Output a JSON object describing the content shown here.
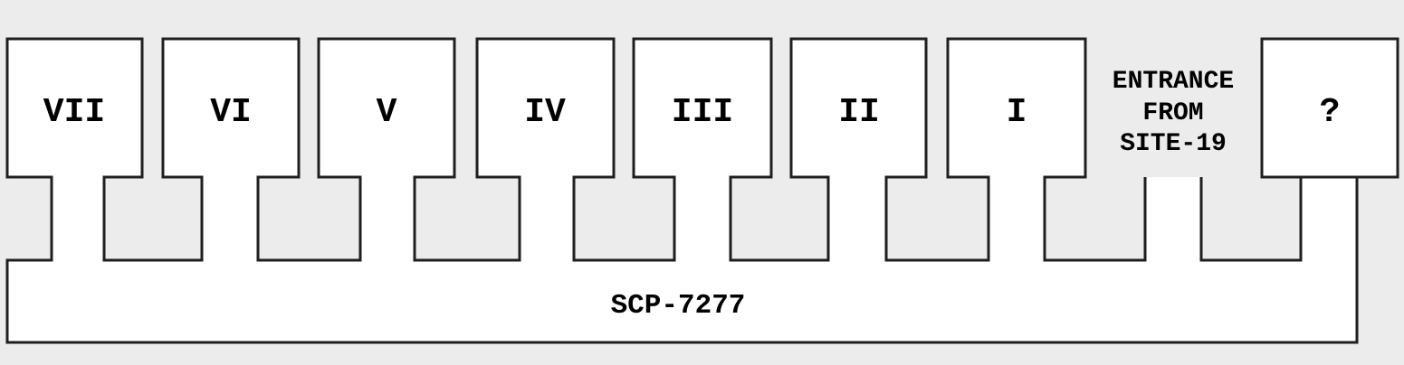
{
  "map": {
    "rooms": [
      {
        "label": "VII"
      },
      {
        "label": "VI"
      },
      {
        "label": "V"
      },
      {
        "label": "IV"
      },
      {
        "label": "III"
      },
      {
        "label": "II"
      },
      {
        "label": "I"
      },
      {
        "label": "?"
      }
    ],
    "entrance_sign": {
      "lines": [
        "ENTRANCE",
        "FROM",
        "SITE-19"
      ]
    },
    "corridor_label": "SCP-7277",
    "colors": {
      "background": "#ececec",
      "room_fill": "#ffffff",
      "outline": "#1f1f1f",
      "label": "#000000"
    }
  }
}
